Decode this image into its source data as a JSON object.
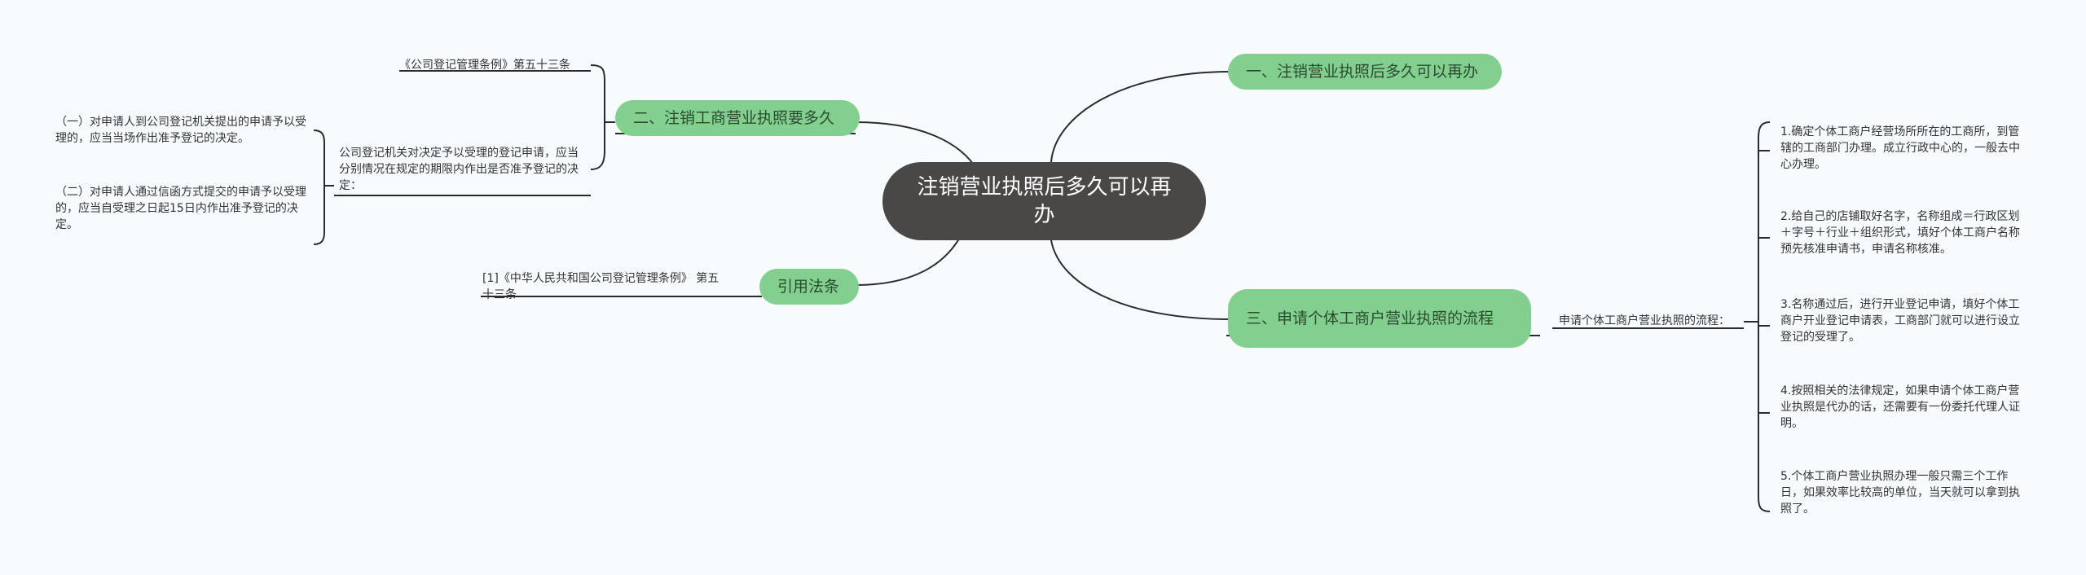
{
  "center": {
    "title": "注销营业执照后多久可以再办"
  },
  "branches": {
    "b1": {
      "label": "一、注销营业执照后多久可以再办"
    },
    "b2": {
      "label": "二、注销工商营业执照要多久",
      "regulation": "《公司登记管理条例》第五十三条",
      "decision": "公司登记机关对决定予以受理的登记申请，应当分别情况在规定的期限内作出是否准予登记的决定：",
      "items": [
        "（一）对申请人到公司登记机关提出的申请予以受理的，应当当场作出准予登记的决定。",
        "（二）对申请人通过信函方式提交的申请予以受理的，应当自受理之日起15日内作出准予登记的决定。"
      ]
    },
    "b3": {
      "label": "三、申请个体工商户营业执照的流程",
      "intro": "申请个体工商户营业执照的流程：",
      "steps": [
        "1.确定个体工商户经营场所所在的工商所，到管辖的工商部门办理。成立行政中心的，一般去中心办理。",
        "2.给自己的店铺取好名字，名称组成＝行政区划＋字号＋行业＋组织形式，填好个体工商户名称预先核准申请书，申请名称核准。",
        "3.名称通过后，进行开业登记申请，填好个体工商户开业登记申请表，工商部门就可以进行设立登记的受理了。",
        "4.按照相关的法律规定，如果申请个体工商户营业执照是代办的话，还需要有一份委托代理人证明。",
        "5.个体工商户营业执照办理一般只需三个工作日，如果效率比较高的单位，当天就可以拿到执照了。"
      ]
    },
    "b4": {
      "label": "引用法条",
      "citation": "[1]《中华人民共和国公司登记管理条例》 第五十三条"
    }
  },
  "colors": {
    "center": "#4a4747",
    "branch": "#82cf8f",
    "line": "#2b2b2b",
    "background": "#f8fbfe"
  }
}
